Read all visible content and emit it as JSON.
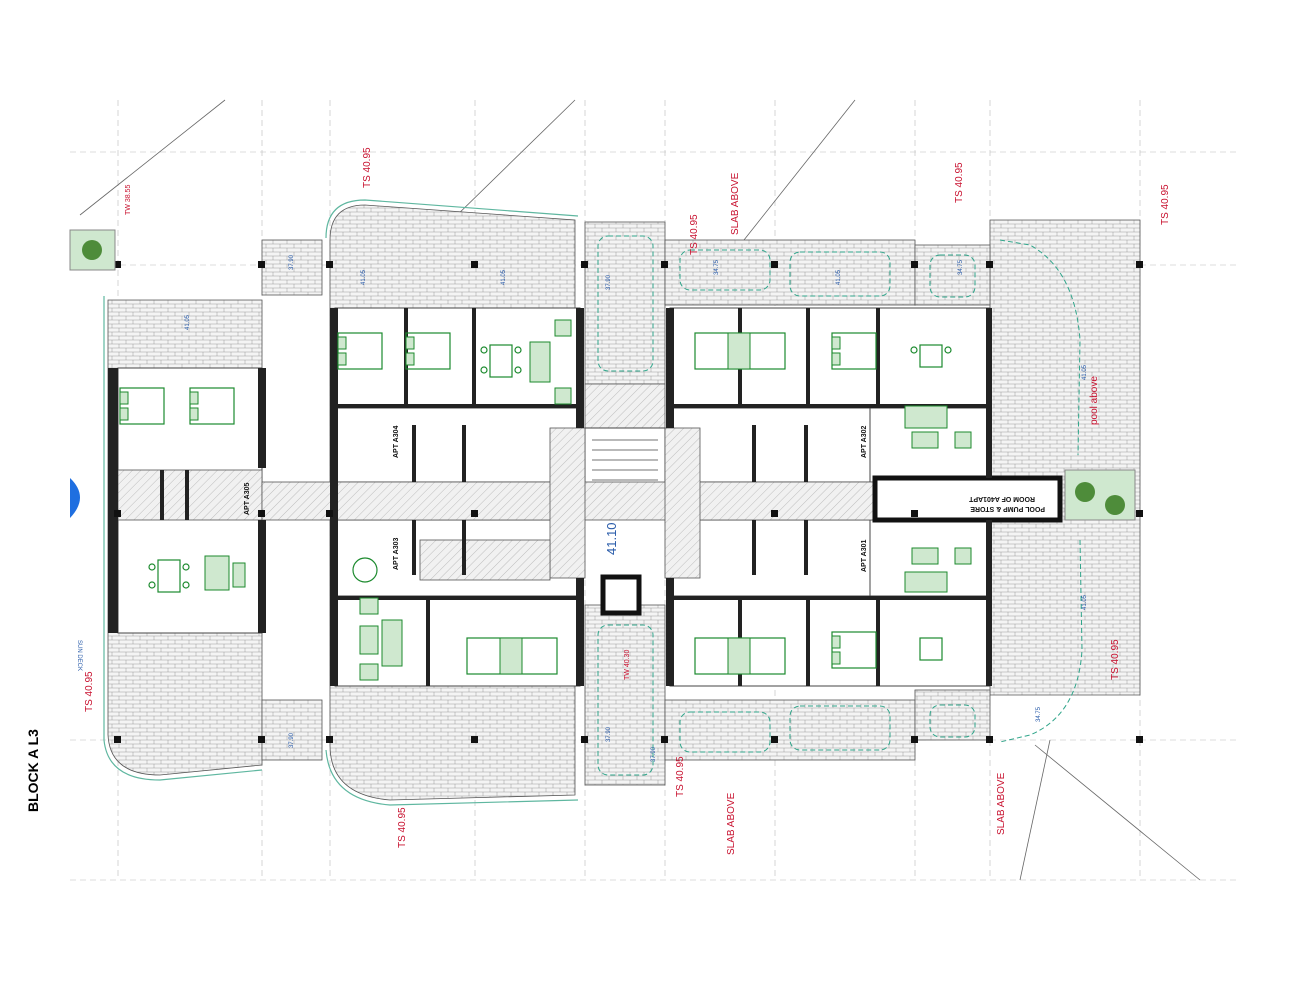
{
  "drawing": {
    "title": "BLOCK A L3",
    "apartments": [
      "APT A305",
      "APT A304",
      "APT A303",
      "APT A302",
      "APT A301"
    ],
    "slab_labels": [
      "SLAB ABOVE",
      "SLAB ABOVE",
      "SLAB ABOVE"
    ],
    "ts_labels": [
      "TS 40.95",
      "TS 40.95",
      "TS 40.95",
      "TS 40.95",
      "TS 40.95",
      "TS 40.95",
      "TS 40.95",
      "TS 40.95"
    ],
    "tw_labels": [
      "TW 38.55",
      "TW 40.30"
    ],
    "pool_label": "pool above",
    "pump_label_1": "POOL PUMP & STORE",
    "pump_label_2": "ROOM OF A401APT",
    "core_level": "41.10",
    "sun_deck": "SUN DECK",
    "small_levels": [
      "37.90",
      "37.90",
      "37.90",
      "37.90",
      "37.90",
      "41.05",
      "41.05",
      "41.05",
      "41.05",
      "41.05",
      "41.05",
      "34.75",
      "34.75",
      "34.75"
    ]
  },
  "colors": {
    "annotation_red": "#c8102e",
    "furniture_green": "#1c8a2e",
    "level_blue": "#2a5caa",
    "outline_teal": "#5fb7a0"
  }
}
